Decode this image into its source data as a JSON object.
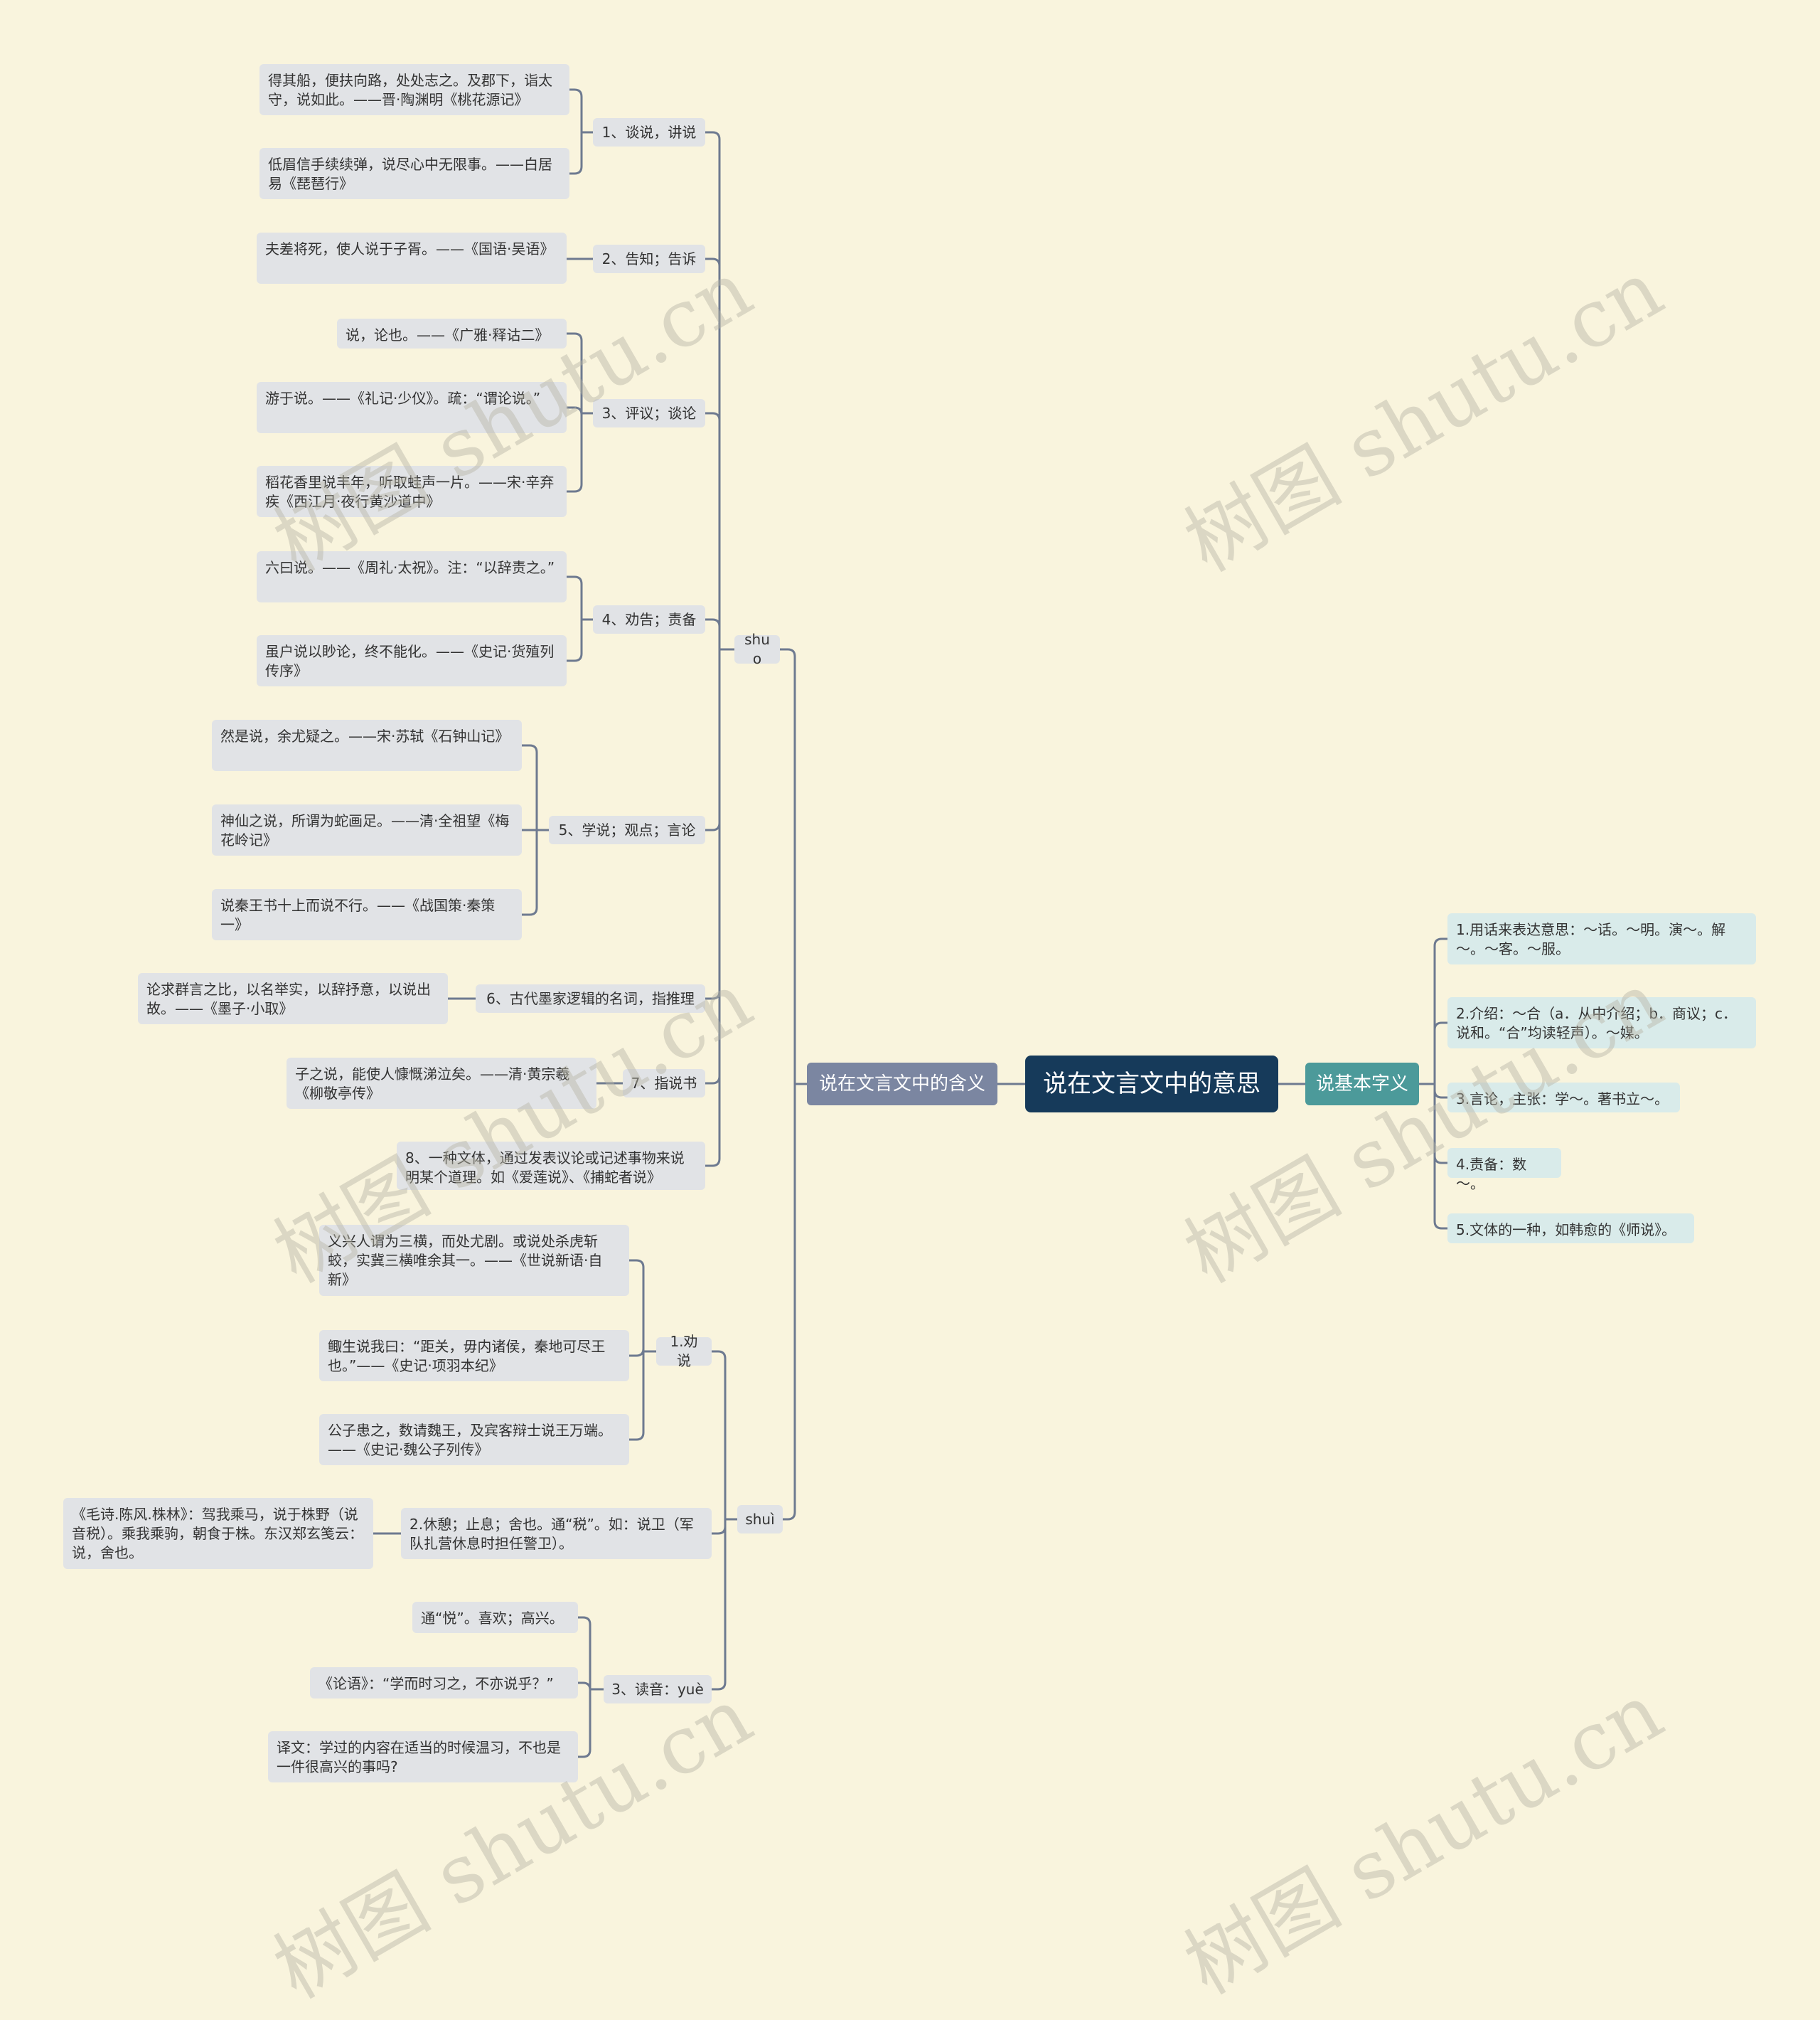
{
  "root": "说在文言文中的意思",
  "left_branch": "说在文言文中的含义",
  "right_branch": "说基本字义",
  "shuo": {
    "label": "shuo",
    "senses": [
      {
        "label": "1、谈说，讲说",
        "examples": [
          "得其船，便扶向路，处处志之。及郡下，诣太守，说如此。——晋·陶渊明《桃花源记》",
          "低眉信手续续弹，说尽心中无限事。——白居易《琵琶行》"
        ]
      },
      {
        "label": "2、告知；告诉",
        "examples": [
          "夫差将死，使人说于子胥。——《国语·吴语》"
        ]
      },
      {
        "label": "3、评议；谈论",
        "examples": [
          "说，论也。——《广雅·释诂二》",
          "游于说。——《礼记·少仪》。疏：“谓论说。”",
          "稻花香里说丰年，听取蛙声一片。——宋·辛弃疾《西江月·夜行黄沙道中》"
        ]
      },
      {
        "label": "4、劝告；责备",
        "examples": [
          "六曰说。——《周礼·太祝》。注：“以辞责之。”",
          "虽户说以眇论，终不能化。——《史记·货殖列传序》"
        ]
      },
      {
        "label": "5、学说；观点；言论",
        "examples": [
          "然是说，余尤疑之。——宋·苏轼《石钟山记》",
          "神仙之说，所谓为蛇画足。——清·全祖望《梅花岭记》",
          "说秦王书十上而说不行。——《战国策·秦策一》"
        ]
      },
      {
        "label": "6、古代墨家逻辑的名词，指推理",
        "examples": [
          "论求群言之比，以名举实，以辞抒意，以说出故。——《墨子·小取》"
        ]
      },
      {
        "label": "7、指说书",
        "examples": [
          "子之说，能使人慷慨涕泣矣。——清·黄宗羲《柳敬亭传》"
        ]
      },
      {
        "label": "8、一种文体，通过发表议论或记述事物来说明某个道理。如《爱莲说》、《捕蛇者说》",
        "examples": []
      }
    ]
  },
  "shui": {
    "label": "shuì",
    "senses": [
      {
        "label": "1.劝说",
        "examples": [
          "义兴人谓为三横，而处尤剧。或说处杀虎斩蛟，实冀三横唯余其一。——《世说新语·自新》",
          "鲰生说我曰：“距关，毋内诸侯，秦地可尽王也。”——《史记·项羽本纪》",
          "公子患之，数请魏王，及宾客辩士说王万端。——《史记·魏公子列传》"
        ]
      },
      {
        "label": "2.休憩；止息；舍也。通“税”。如：说卫（军队扎营休息时担任警卫）。",
        "examples": [
          "《毛诗.陈风.株林》：驾我乘马，说于株野（说音税）。乘我乘驹，朝食于株。东汉郑玄笺云：说，舍也。"
        ]
      },
      {
        "label": "3、读音：yuè",
        "examples": [
          "通“悦”。喜欢；高兴。",
          "《论语》：“学而时习之，不亦说乎？”",
          "译文：学过的内容在适当的时候温习，不也是一件很高兴的事吗?"
        ]
      }
    ]
  },
  "basic": [
    "1.用话来表达意思：～话。～明。演～。解～。～客。～服。",
    "2.介绍：～合（a．从中介绍；b．商议；c．说和。“合”均读轻声）。～媒。",
    "3.言论，主张：学～。著书立～。",
    "4.责备：数～。",
    "5.文体的一种，如韩愈的《师说》。"
  ],
  "watermark": "树图 shutu.cn",
  "colors": {
    "background": "#f9f4dd",
    "root": "#163a5a",
    "left_branch": "#7b86a1",
    "right_branch": "#4c9a9a",
    "node": "#e1e3e6",
    "right_leaf": "#d9ebea",
    "line": "#6e7a90"
  }
}
